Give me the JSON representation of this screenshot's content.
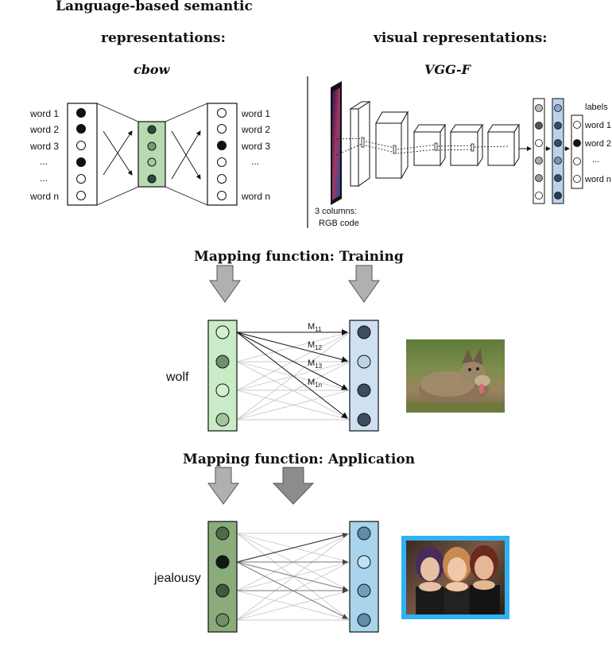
{
  "headings": {
    "language_title_line1": "Language-based semantic",
    "language_title_line2": "representations:",
    "visual_title": "visual representations:",
    "cbow": "cbow",
    "vgg": "VGG-F",
    "training": "Mapping function:  Training",
    "application": "Mapping function:  Application"
  },
  "cbow": {
    "left_words": [
      "word 1",
      "word 2",
      "word 3",
      "...",
      "...",
      "word n"
    ],
    "right_words": [
      "word 1",
      "word 2",
      "word 3",
      "...",
      "",
      "word n"
    ]
  },
  "vgg": {
    "input_caption_line1": "3 columns:",
    "input_caption_line2": "RGB code",
    "labels_title": "labels",
    "label_words": [
      "word 1",
      "word 2",
      "...",
      "word n"
    ]
  },
  "training": {
    "word": "wolf",
    "weights": [
      "M11",
      "M12",
      "M13",
      "M1n"
    ],
    "image": "wolf-photo"
  },
  "application": {
    "word": "jealousy",
    "image": "three-women-photo"
  },
  "colors": {
    "green_light": "#c8ecc6",
    "green_mid": "#a9d19f",
    "green_dark": "#8aab7a",
    "blue_light": "#cfe0f0",
    "blue_mid": "#a9d4ec",
    "frame_blue": "#2fb2ef"
  }
}
